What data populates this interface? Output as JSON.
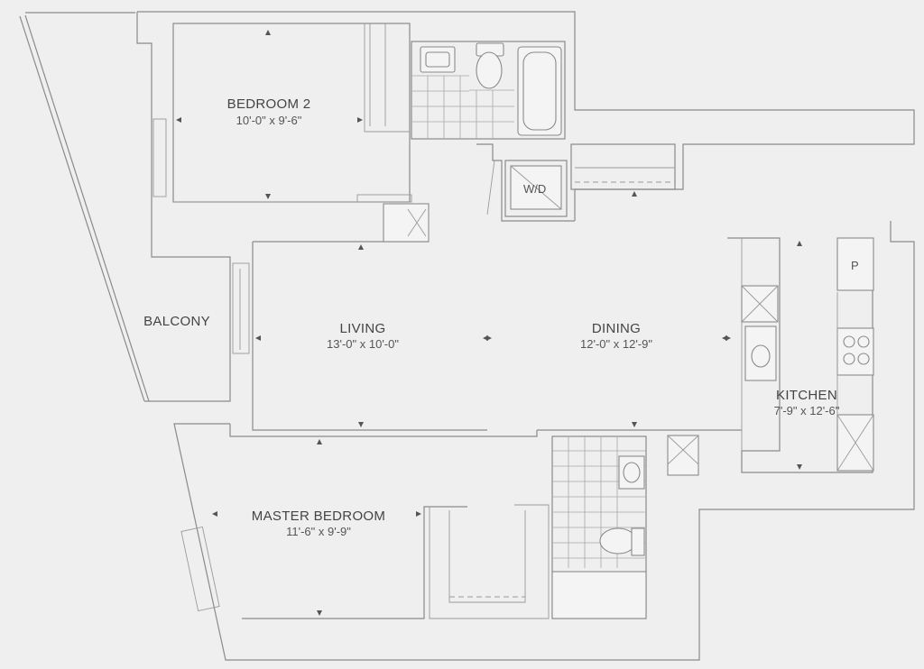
{
  "rooms": {
    "bedroom2": {
      "name": "BEDROOM 2",
      "dims": "10'-0\" x 9'-6\""
    },
    "balcony": {
      "name": "BALCONY"
    },
    "living": {
      "name": "LIVING",
      "dims": "13'-0\" x 10'-0\""
    },
    "dining": {
      "name": "DINING",
      "dims": "12'-0\" x 12'-9\""
    },
    "kitchen": {
      "name": "KITCHEN",
      "dims": "7'-9\" x 12'-6\""
    },
    "master": {
      "name": "MASTER BEDROOM",
      "dims": "11'-6\" x 9'-9\""
    }
  },
  "fixtures": {
    "washer_dryer": "W/D",
    "pantry": "P"
  },
  "colors": {
    "background": "#efefef",
    "wall": "#8a8a8a",
    "text": "#444444"
  }
}
